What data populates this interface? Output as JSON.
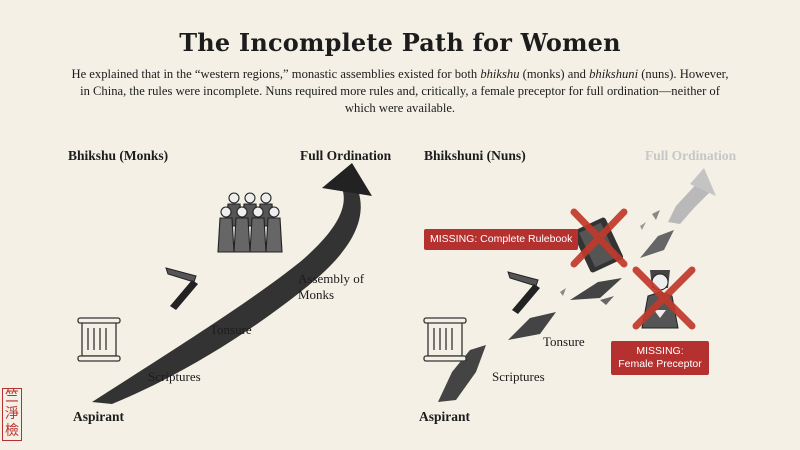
{
  "title": "The Incomplete Path for Women",
  "subtitle_parts": {
    "p1": "He explained that in the “western regions,” monastic assemblies existed for both ",
    "bhikshu": "bhikshu",
    "p2": " (monks) and ",
    "bhikshuni": "bhikshuni",
    "p3": " (nuns). However, in China, the rules were incomplete. Nuns required more rules and, critically, a female preceptor for full ordination—neither of which were available."
  },
  "monks": {
    "heading": "Bhikshu (Monks)",
    "goal": "Full Ordination",
    "assembly": "Assembly of Monks",
    "tonsure": "Tonsure",
    "scriptures": "Scriptures",
    "start": "Aspirant"
  },
  "nuns": {
    "heading": "Bhikshuni (Nuns)",
    "goal": "Full Ordination",
    "missing_rulebook": "MISSING: Complete Rulebook",
    "missing_preceptor_1": "MISSING:",
    "missing_preceptor_2": "Female Preceptor",
    "tonsure": "Tonsure",
    "scriptures": "Scriptures",
    "start": "Aspirant"
  },
  "seal_text": "竺淨檢",
  "colors": {
    "ink": "#2b2b2b",
    "missing": "#b5312f",
    "faded": "#c7c7c7",
    "background": "#f4f0e6"
  },
  "icons": [
    "scroll-icon",
    "razor-icon",
    "monks-group-icon",
    "rulebook-icon",
    "preceptor-icon",
    "cross-icon"
  ]
}
